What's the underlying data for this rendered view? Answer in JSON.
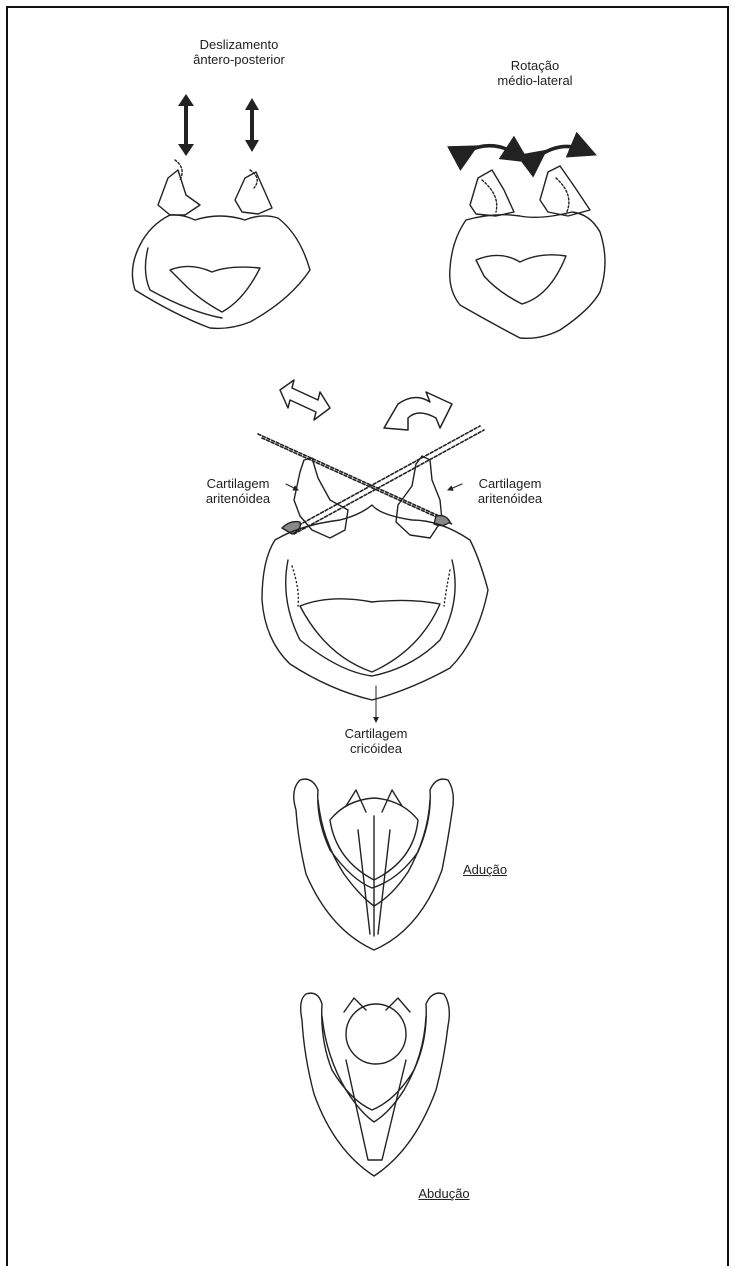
{
  "labels": {
    "gliding": [
      "Deslizamento",
      "ântero-posterior"
    ],
    "rotation": [
      "Rotação",
      "médio-lateral"
    ],
    "arytenoid_left": [
      "Cartilagem",
      "aritenóidea"
    ],
    "arytenoid_right": [
      "Cartilagem",
      "aritenóidea"
    ],
    "cricoid": [
      "Cartilagem",
      "cricóidea"
    ],
    "adduction": "Adução",
    "abduction": "Abdução"
  },
  "colors": {
    "ink": "#222222",
    "border": "#111111",
    "background": "#ffffff"
  }
}
